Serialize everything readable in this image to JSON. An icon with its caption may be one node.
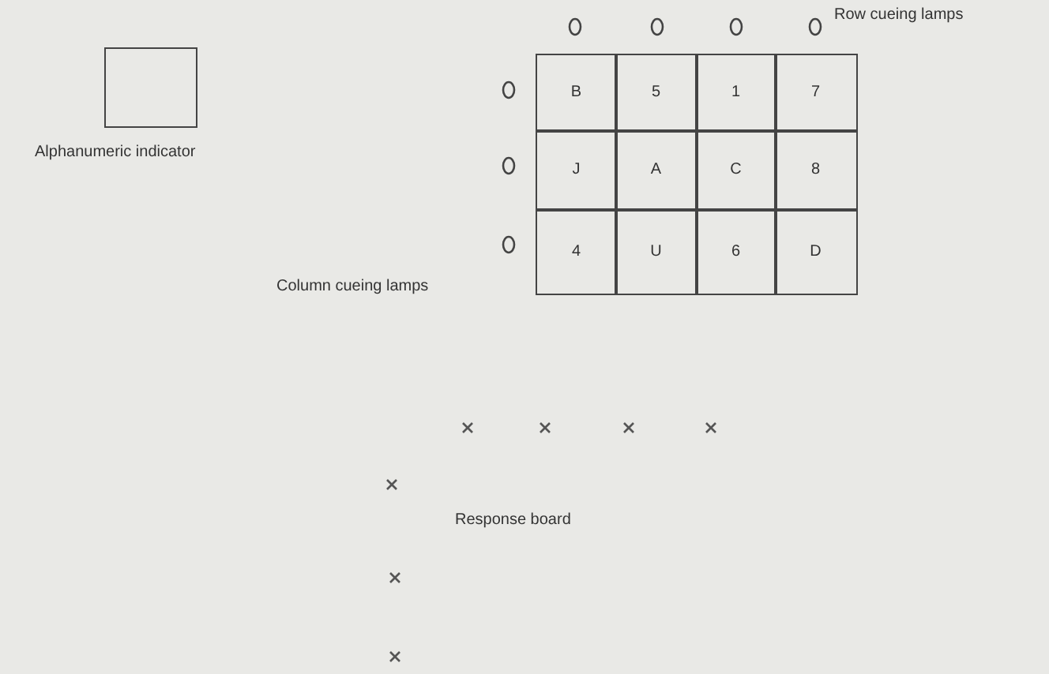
{
  "diagram": {
    "nodes": [
      {
        "text": [],
        "shape": "box",
        "beside": [
          "Alphanumeric indicator"
        ]
      }
    ],
    "labels": [
      "Row cueing lamps",
      "B",
      "5",
      "1",
      "7",
      "J",
      "A",
      "C",
      "8",
      "4",
      "U",
      "6",
      "D",
      "Column cueing lamps",
      "Response board"
    ]
  }
}
